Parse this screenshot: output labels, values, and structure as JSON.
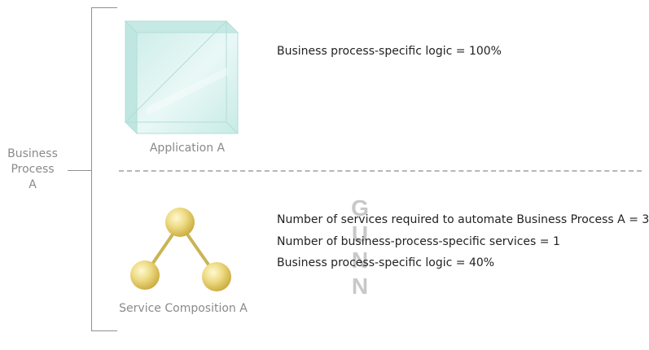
{
  "business_process": {
    "label_lines": [
      "Business",
      "Process",
      "A"
    ]
  },
  "application": {
    "caption": "Application A",
    "logic": "Business process-specific logic = 100%"
  },
  "composition": {
    "caption": "Service Composition A",
    "services_required": "Number of services required to automate Business Process A = 3",
    "specific_services": "Number of business-process-specific services = 1",
    "logic": "Business process-specific logic = 40%"
  },
  "watermark": {
    "letters": [
      "G",
      "U",
      "N",
      "N"
    ]
  },
  "colors": {
    "cube_fill": "#d7f1ee",
    "cube_edge": "#b5dfdb",
    "sphere": "#e6d47a",
    "link": "#c9b454",
    "gray_text": "#8a8a8a"
  }
}
